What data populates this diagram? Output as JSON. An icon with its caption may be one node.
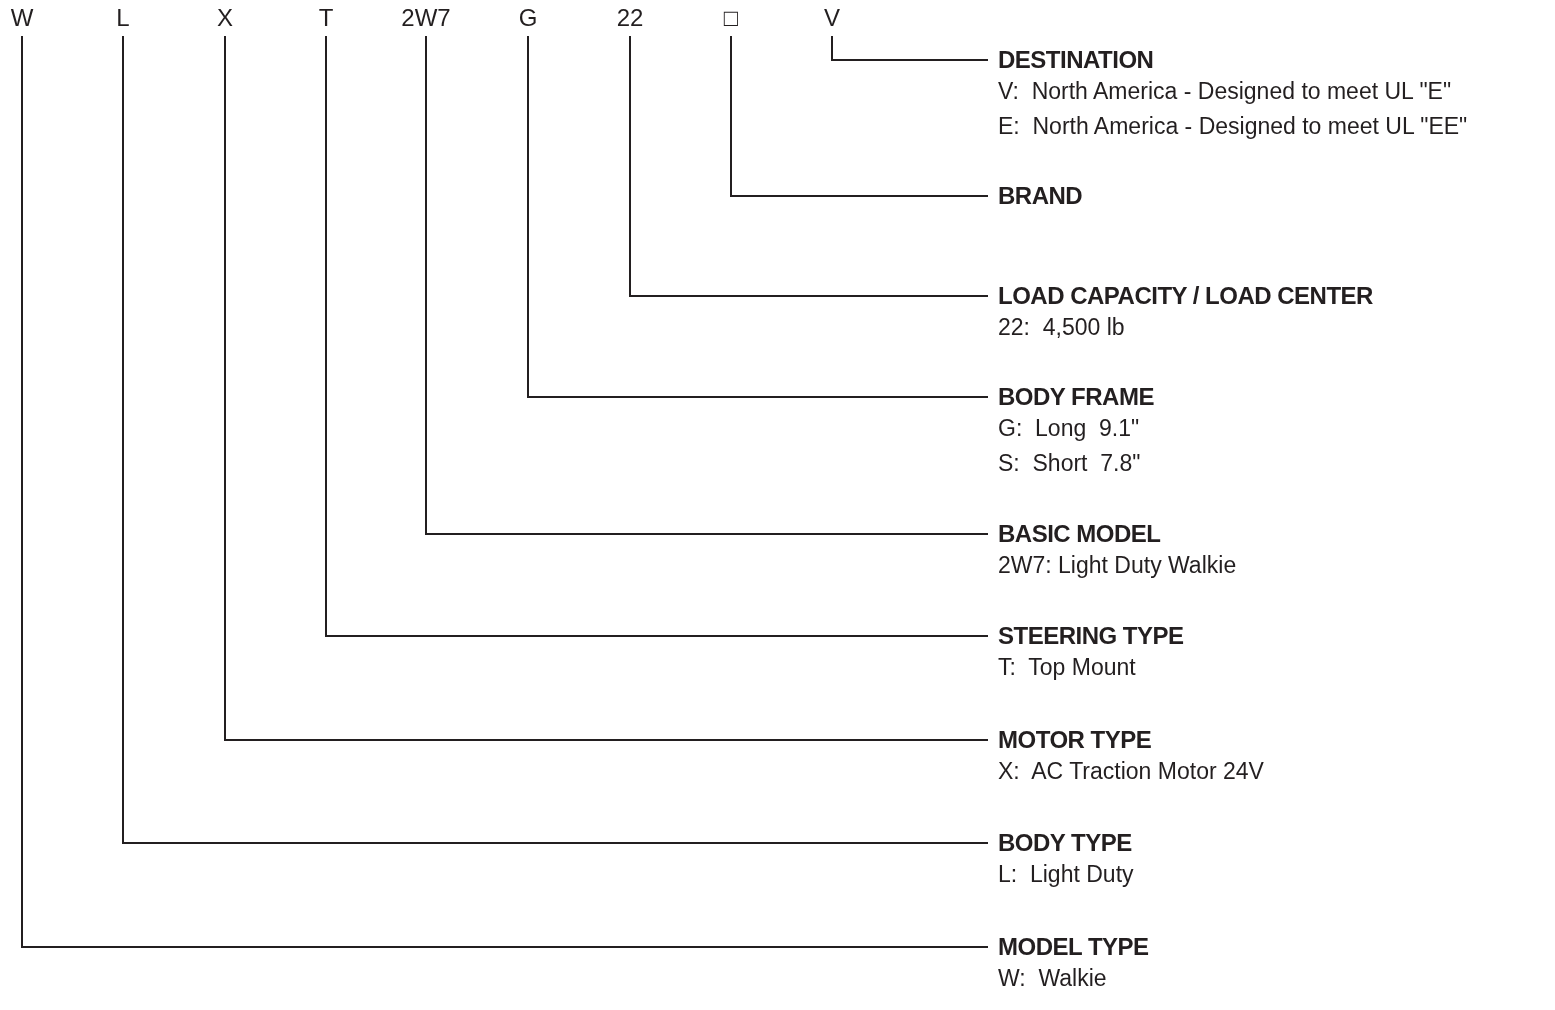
{
  "diagram": {
    "nodes": [
      {
        "text": [
          "W"
        ]
      },
      {
        "text": [
          "L"
        ]
      },
      {
        "text": [
          "X"
        ]
      },
      {
        "text": [
          "T"
        ]
      },
      {
        "text": [
          "2W7"
        ]
      },
      {
        "text": [
          "G"
        ]
      },
      {
        "text": [
          "22"
        ]
      },
      {
        "text": [
          "□"
        ]
      },
      {
        "text": [
          "V"
        ]
      },
      {
        "text": [
          "DESTINATION",
          "V:  North America - Designed to meet UL \"E\"",
          "E:  North America - Designed to meet UL \"EE\""
        ]
      },
      {
        "text": [
          "BRAND"
        ]
      },
      {
        "text": [
          "LOAD CAPACITY / LOAD CENTER",
          "22:  4,500 lb"
        ]
      },
      {
        "text": [
          "BODY FRAME",
          "G:  Long  9.1\"",
          "S:  Short  7.8\""
        ]
      },
      {
        "text": [
          "BASIC MODEL",
          "2W7: Light Duty Walkie"
        ]
      },
      {
        "text": [
          "STEERING TYPE",
          "T:  Top Mount"
        ]
      },
      {
        "text": [
          "MOTOR TYPE",
          "X:  AC Traction Motor 24V"
        ]
      },
      {
        "text": [
          "BODY TYPE",
          "L:  Light Duty"
        ]
      },
      {
        "text": [
          "MODEL TYPE",
          "W:  Walkie"
        ]
      }
    ],
    "edges": [
      {
        "from": 8,
        "to": 9,
        "arrow": "none"
      },
      {
        "from": 7,
        "to": 10,
        "arrow": "none"
      },
      {
        "from": 6,
        "to": 11,
        "arrow": "none"
      },
      {
        "from": 5,
        "to": 12,
        "arrow": "none"
      },
      {
        "from": 4,
        "to": 13,
        "arrow": "none"
      },
      {
        "from": 3,
        "to": 14,
        "arrow": "none"
      },
      {
        "from": 2,
        "to": 15,
        "arrow": "none"
      },
      {
        "from": 1,
        "to": 16,
        "arrow": "none"
      },
      {
        "from": 0,
        "to": 17,
        "arrow": "none"
      }
    ]
  }
}
